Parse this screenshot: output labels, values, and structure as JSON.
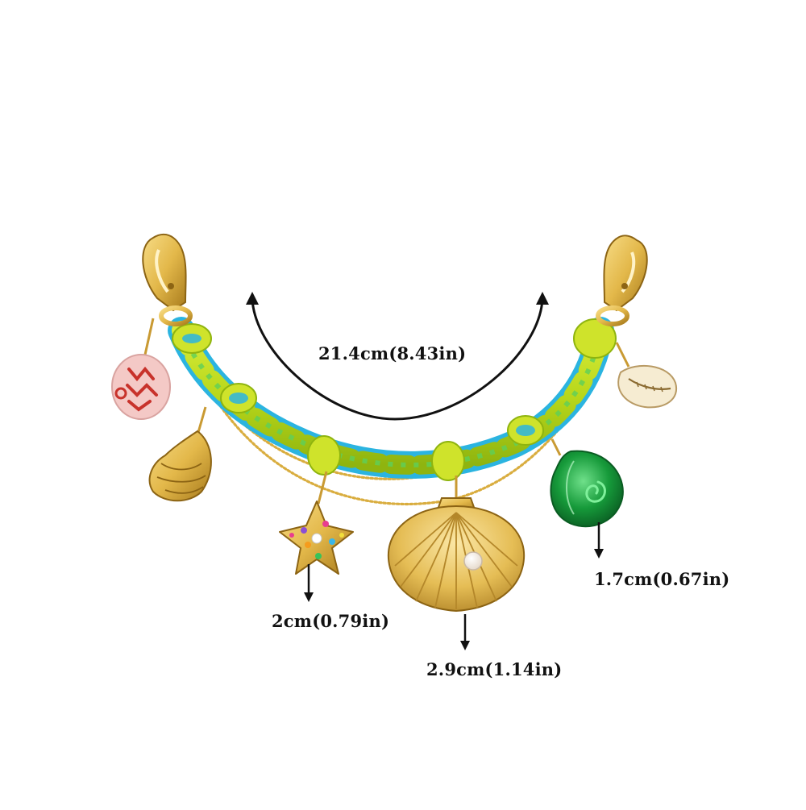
{
  "product": {
    "name": "beaded sea-charm bag chain",
    "colors": {
      "gold": "#e3b84a",
      "gold_dark": "#a77a1c",
      "rope_yellow": "#c9e01e",
      "rope_blue": "#2bb4e0",
      "rope_green": "#5ecf5a",
      "snail_green": "#169a3a",
      "pink_bead": "#f4c9c6",
      "bead_red": "#c8322b"
    }
  },
  "measurements": {
    "length": "21.4cm(8.43in)",
    "starfish": "2cm(0.79in)",
    "scallop": "2.9cm(1.14in)",
    "snail": "1.7cm(0.67in)"
  },
  "charms": [
    "left-clasp",
    "right-clasp",
    "pink-bead",
    "conch-shell",
    "starfish",
    "scallop-shell",
    "snail-shell",
    "cowrie-shell"
  ]
}
